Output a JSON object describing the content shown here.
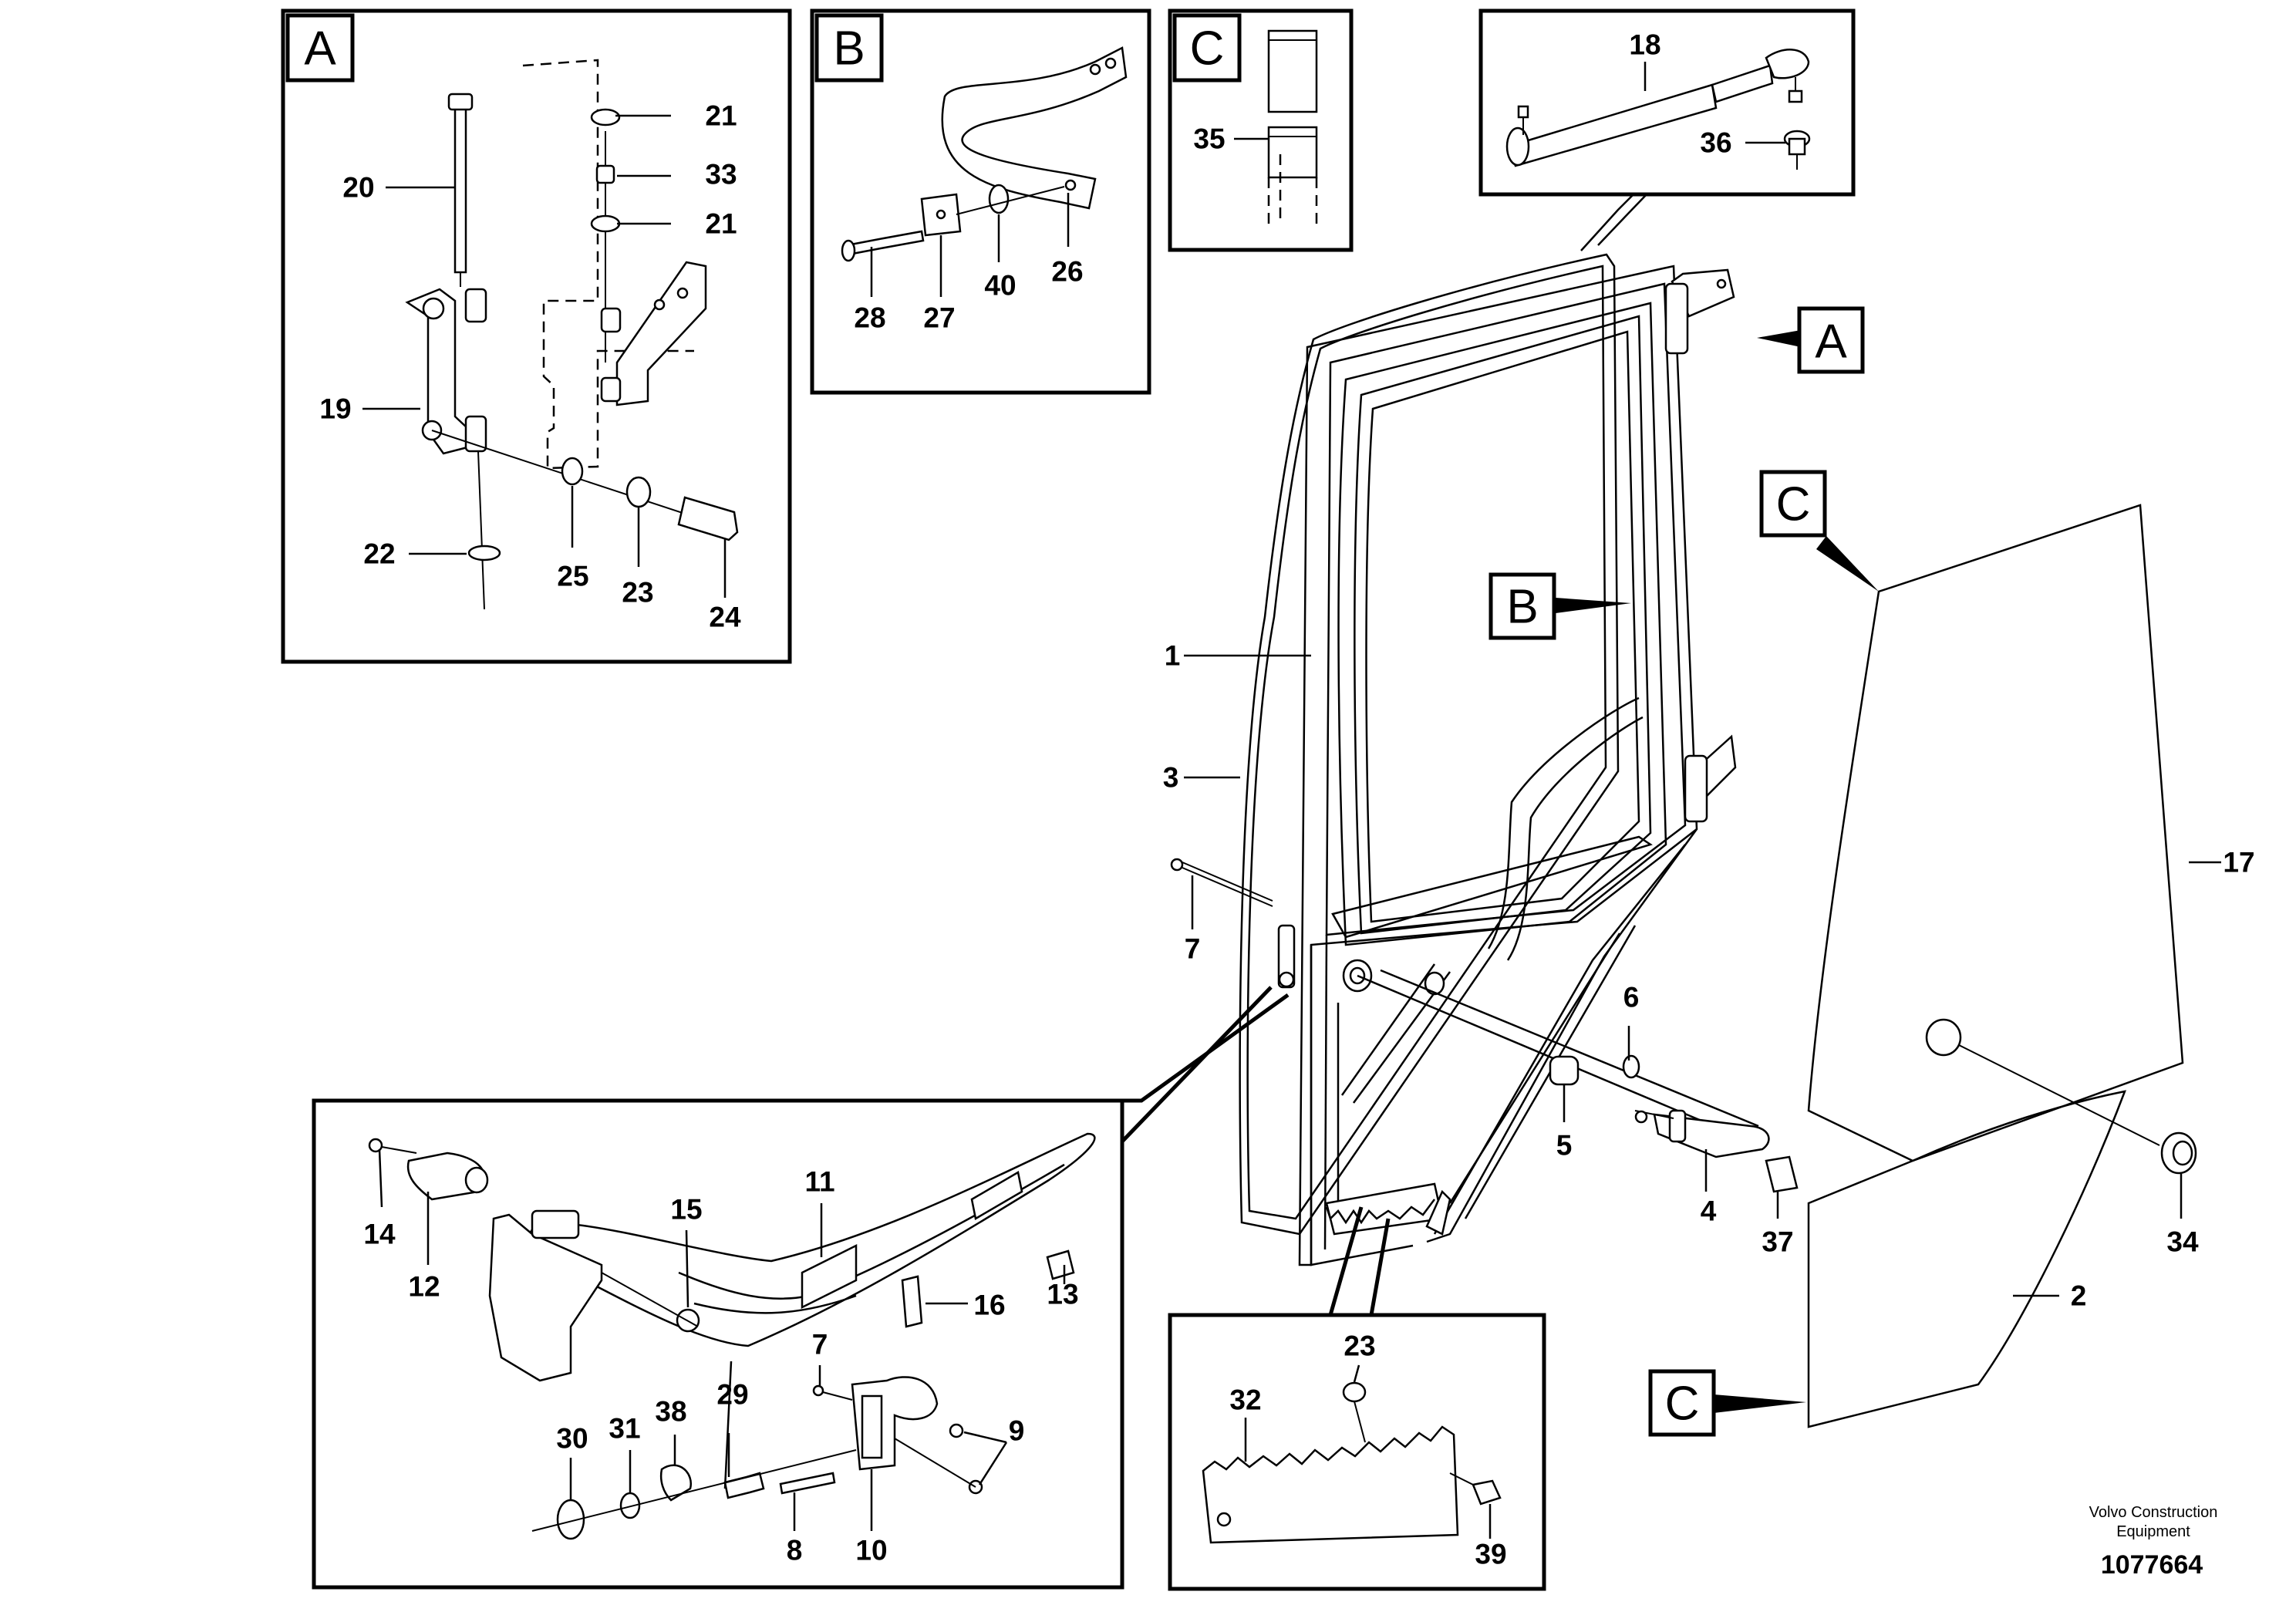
{
  "diagram": {
    "footer": {
      "brand_line1": "Volvo Construction",
      "brand_line2": "Equipment",
      "figure_number": "1077664"
    },
    "panel_letters": {
      "A": "A",
      "B": "B",
      "C": "C"
    },
    "parts": {
      "p1": "1",
      "p2": "2",
      "p3": "3",
      "p4": "4",
      "p5": "5",
      "p6": "6",
      "p7": "7",
      "p8": "8",
      "p9": "9",
      "p10": "10",
      "p11": "11",
      "p12": "12",
      "p13": "13",
      "p14": "14",
      "p15": "15",
      "p16": "16",
      "p17": "17",
      "p18": "18",
      "p19": "19",
      "p20": "20",
      "p21": "21",
      "p22": "22",
      "p23": "23",
      "p24": "24",
      "p25": "25",
      "p26": "26",
      "p27": "27",
      "p28": "28",
      "p29": "29",
      "p30": "30",
      "p31": "31",
      "p32": "32",
      "p33": "33",
      "p34": "34",
      "p35": "35",
      "p36": "36",
      "p37": "37",
      "p38": "38",
      "p39": "39",
      "p40": "40"
    }
  }
}
